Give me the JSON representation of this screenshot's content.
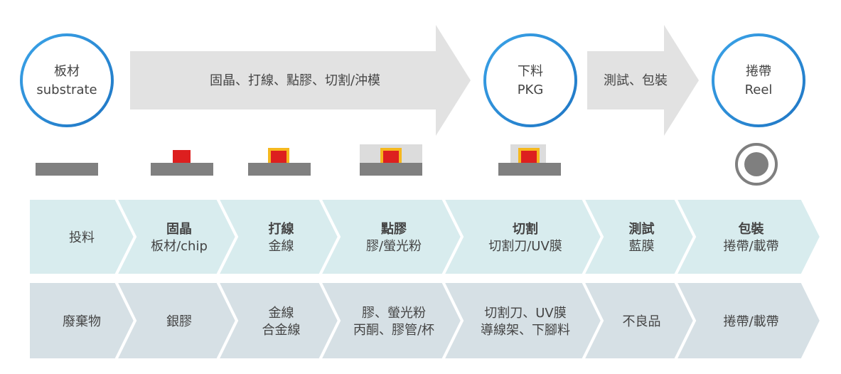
{
  "stages": [
    {
      "line1": "板材",
      "line2": "substrate"
    },
    {
      "line1": "下料",
      "line2": "PKG"
    },
    {
      "line1": "捲帶",
      "line2": "Reel"
    }
  ],
  "big_arrows": [
    {
      "label": "固晶、打線、點膠、切割/沖模"
    },
    {
      "label": "測試、包裝"
    }
  ],
  "process_row": [
    {
      "title": "",
      "sub": "投料"
    },
    {
      "title": "固晶",
      "sub": "板材/chip"
    },
    {
      "title": "打線",
      "sub": "金線"
    },
    {
      "title": "點膠",
      "sub": "膠/螢光粉"
    },
    {
      "title": "切割",
      "sub": "切割刀/UV膜"
    },
    {
      "title": "測試",
      "sub": "藍膜"
    },
    {
      "title": "包裝",
      "sub": "捲帶/載帶"
    }
  ],
  "waste_row": [
    {
      "line1": "廢棄物",
      "line2": ""
    },
    {
      "line1": "銀膠",
      "line2": ""
    },
    {
      "line1": "金線",
      "line2": "合金線"
    },
    {
      "line1": "膠、螢光粉",
      "line2": "丙酮、膠管/杯"
    },
    {
      "line1": "切割刀、UV膜",
      "line2": "導線架、下腳料"
    },
    {
      "line1": "不良品",
      "line2": ""
    },
    {
      "line1": "捲帶/載帶",
      "line2": ""
    }
  ],
  "colors": {
    "circle_ring": "#2b8fd6",
    "big_arrow": "#e2e2e2",
    "process_row": "#d8ecee",
    "waste_row": "#d6e0e5",
    "substrate": "#808080",
    "chip": "#dd1f1f",
    "wire": "#f6b81e",
    "encapsulant": "#dcdcdc",
    "reel": "#7f7f7f",
    "text": "#444444"
  }
}
